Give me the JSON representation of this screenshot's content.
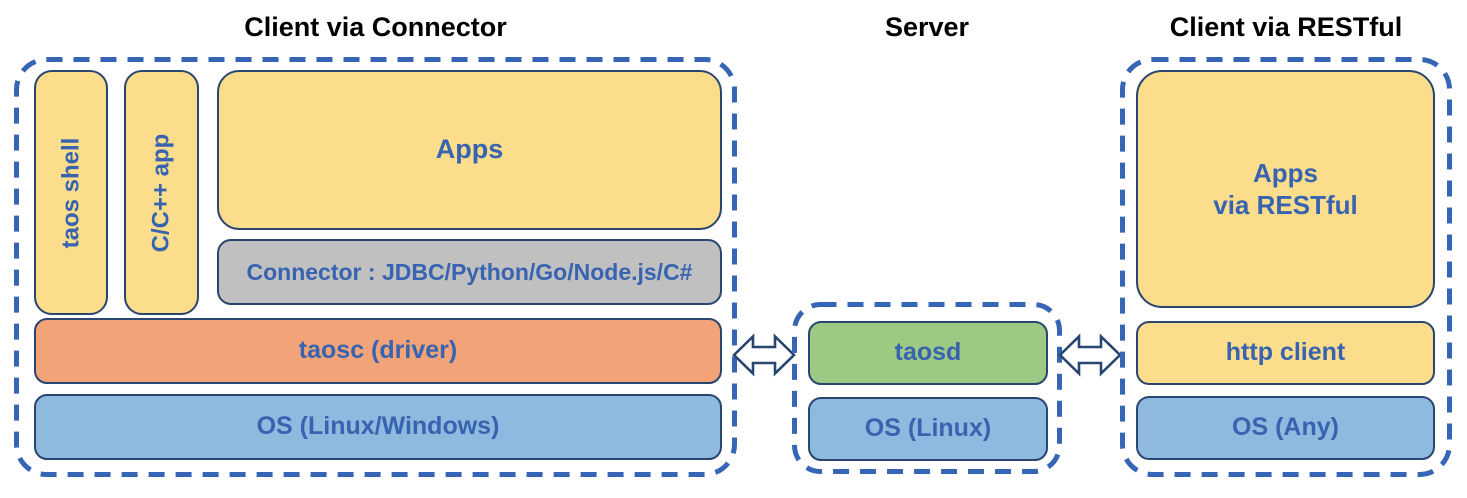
{
  "sections": {
    "connector": {
      "title": "Client via Connector",
      "taos_shell": "taos shell",
      "cpp_app": "C/C++ app",
      "apps": "Apps",
      "connector": "Connector : JDBC/Python/Go/Node.js/C#",
      "taosc": "taosc (driver)",
      "os": "OS (Linux/Windows)"
    },
    "server": {
      "title": "Server",
      "taosd": "taosd",
      "os": "OS (Linux)"
    },
    "restful": {
      "title": "Client via RESTful",
      "apps_line1": "Apps",
      "apps_line2": "via RESTful",
      "http_client": "http client",
      "os": "OS (Any)"
    }
  },
  "colors": {
    "yellow": "#FBDD8B",
    "orange": "#F2A478",
    "blue_fill": "#8FBADF",
    "green": "#9DC982",
    "gray": "#C0C0C0",
    "dash": "#3765B5",
    "border": "#28466F",
    "label": "#3763B0",
    "title": "#000000"
  }
}
